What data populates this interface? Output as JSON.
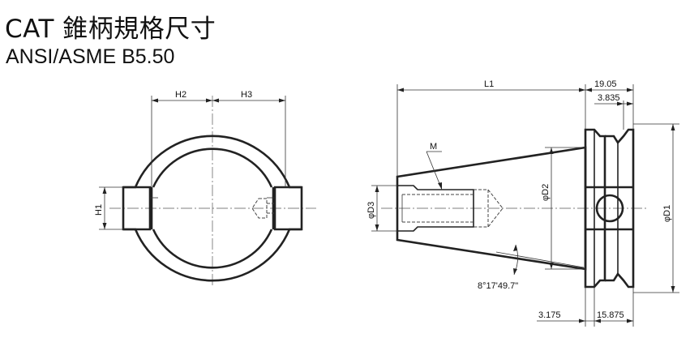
{
  "header": {
    "title": "CAT 錐柄規格尺寸",
    "subtitle": "ANSI/ASME B5.50"
  },
  "left_view": {
    "labels": {
      "h2": "H2",
      "h3": "H3",
      "h1": "H1"
    }
  },
  "side_view": {
    "labels": {
      "l1": "L1",
      "d19_05": "19.05",
      "d3_835": "3.835",
      "m": "M",
      "d3": "φD3",
      "d2": "φD2",
      "d1": "φD1",
      "angle": "8°17'49.7\"",
      "d3_175": "3.175",
      "d15_875": "15.875"
    }
  }
}
